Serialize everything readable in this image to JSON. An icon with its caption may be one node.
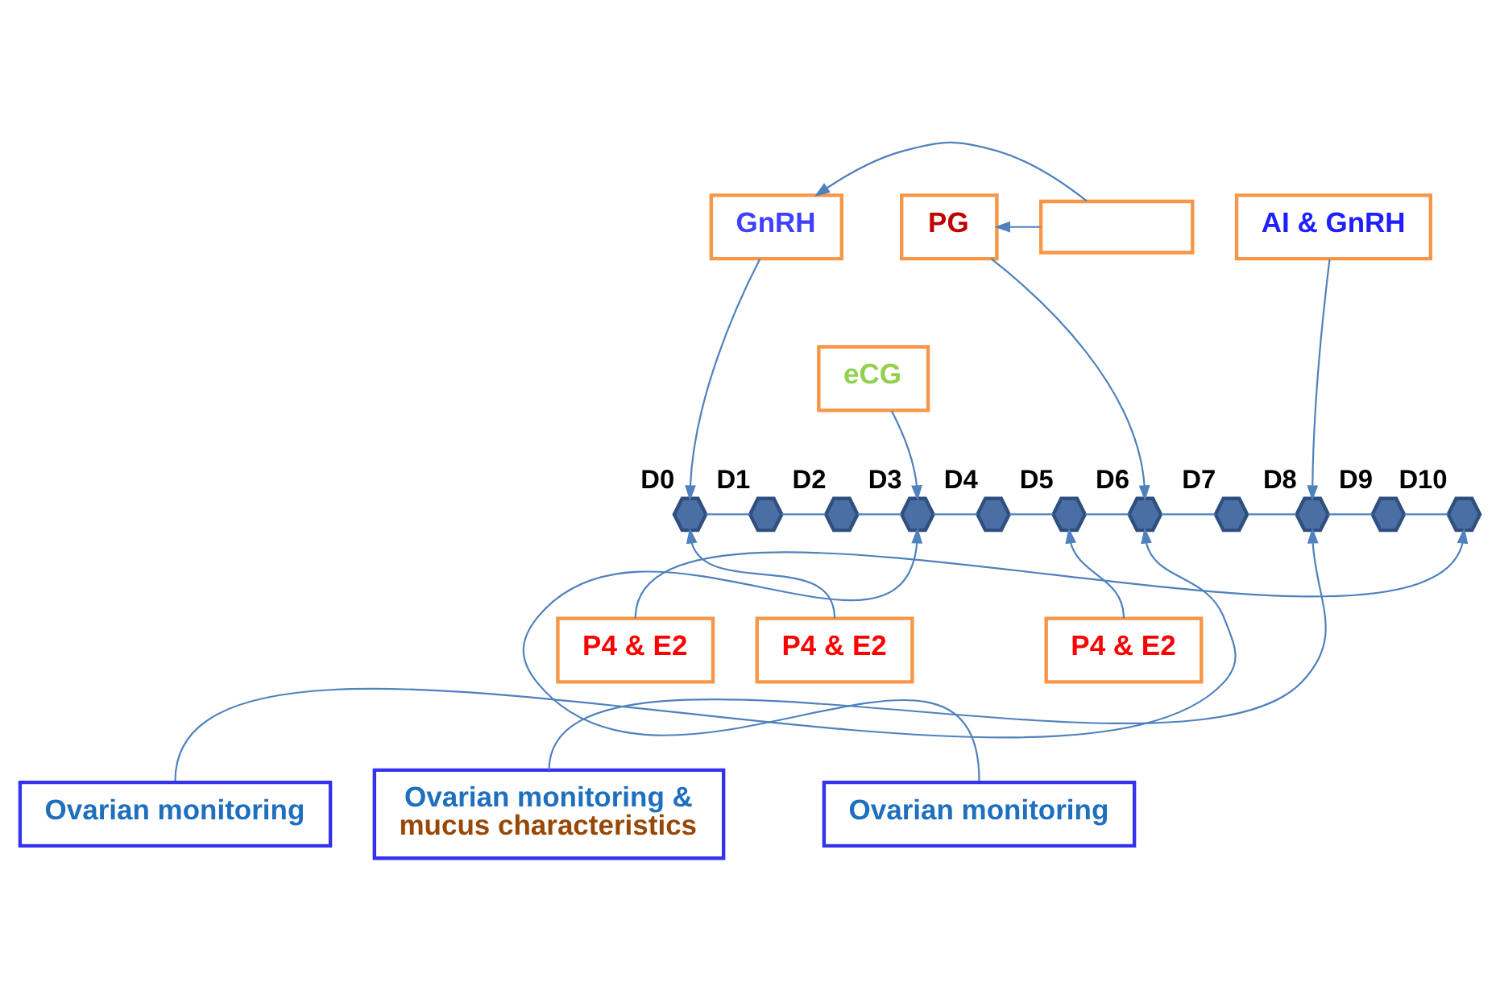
{
  "diagram": {
    "nodes": [
      {
        "text": [
          "GnRH"
        ]
      },
      {
        "text": [],
        "shape": "box"
      },
      {
        "text": [
          "eCG"
        ]
      },
      {
        "text": [
          "PG"
        ]
      },
      {
        "text": [
          "AI & GnRH"
        ]
      },
      {
        "text": [],
        "shape": "hexagon",
        "beside": [
          "D0"
        ]
      },
      {
        "text": [],
        "shape": "hexagon",
        "beside": [
          "D1"
        ]
      },
      {
        "text": [],
        "shape": "hexagon",
        "beside": [
          "D2"
        ]
      },
      {
        "text": [],
        "shape": "hexagon",
        "beside": [
          "D3"
        ]
      },
      {
        "text": [],
        "shape": "hexagon",
        "beside": [
          "D4"
        ]
      },
      {
        "text": [],
        "shape": "hexagon",
        "beside": [
          "D5"
        ]
      },
      {
        "text": [],
        "shape": "hexagon",
        "beside": [
          "D6"
        ]
      },
      {
        "text": [],
        "shape": "hexagon",
        "beside": [
          "D7"
        ]
      },
      {
        "text": [],
        "shape": "hexagon",
        "beside": [
          "D8"
        ]
      },
      {
        "text": [],
        "shape": "hexagon",
        "beside": [
          "D9"
        ]
      },
      {
        "text": [],
        "shape": "hexagon",
        "beside": [
          "D10"
        ]
      },
      {
        "text": [
          "P4 & E2"
        ]
      },
      {
        "text": [
          "Ovarian monitoring"
        ]
      },
      {
        "text": [
          "P4 & E2"
        ]
      },
      {
        "text": [
          "Ovarian monitoring"
        ]
      },
      {
        "text": [
          "Ovarian monitoring &",
          "mucus characteristics"
        ]
      },
      {
        "text": [
          "P4 & E2"
        ]
      }
    ],
    "edges": [
      {
        "from": 1,
        "to": 0,
        "arrow": "to"
      },
      {
        "from": 1,
        "to": 3,
        "arrow": "to"
      },
      {
        "from": 0,
        "to": 5,
        "arrow": "to"
      },
      {
        "from": 2,
        "to": 8,
        "arrow": "to"
      },
      {
        "from": 3,
        "to": 11,
        "arrow": "to"
      },
      {
        "from": 4,
        "to": 13,
        "arrow": "to"
      },
      {
        "from": 5,
        "to": 6,
        "arrow": "none"
      },
      {
        "from": 6,
        "to": 7,
        "arrow": "none"
      },
      {
        "from": 7,
        "to": 8,
        "arrow": "none"
      },
      {
        "from": 8,
        "to": 9,
        "arrow": "none"
      },
      {
        "from": 9,
        "to": 10,
        "arrow": "none"
      },
      {
        "from": 10,
        "to": 11,
        "arrow": "none"
      },
      {
        "from": 11,
        "to": 12,
        "arrow": "none"
      },
      {
        "from": 12,
        "to": 13,
        "arrow": "none"
      },
      {
        "from": 13,
        "to": 14,
        "arrow": "none"
      },
      {
        "from": 14,
        "to": 15,
        "arrow": "none"
      },
      {
        "from": 16,
        "to": 5,
        "arrow": "to"
      },
      {
        "from": 17,
        "to": 8,
        "arrow": "to"
      },
      {
        "from": 18,
        "to": 10,
        "arrow": "to"
      },
      {
        "from": 19,
        "to": 11,
        "arrow": "to"
      },
      {
        "from": 20,
        "to": 13,
        "arrow": "to"
      },
      {
        "from": 21,
        "to": 15,
        "arrow": "to"
      }
    ]
  }
}
